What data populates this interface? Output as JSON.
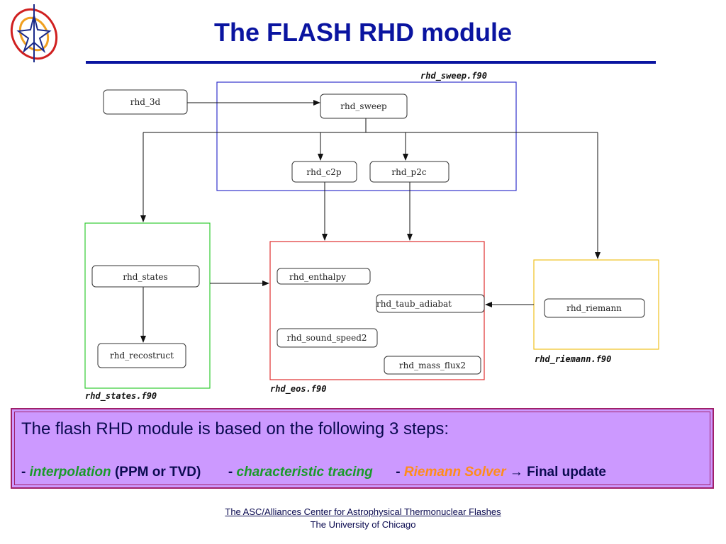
{
  "title": "The FLASH RHD module",
  "diagram": {
    "modules": {
      "sweep_file": "rhd_sweep.f90",
      "states_file": "rhd_states.f90",
      "eos_file": "rhd_eos.f90",
      "riemann_file": "rhd_riemann.f90"
    },
    "nodes": {
      "rhd_3d": "rhd_3d",
      "rhd_sweep": "rhd_sweep",
      "rhd_c2p": "rhd_c2p",
      "rhd_p2c": "rhd_p2c",
      "rhd_states": "rhd_states",
      "rhd_recostruct": "rhd_recostruct",
      "rhd_enthalpy": "rhd_enthalpy",
      "rhd_taub_adiabat": "rhd_taub_adiabat",
      "rhd_sound_speed2": "rhd_sound_speed2",
      "rhd_mass_flux2": "rhd_mass_flux2",
      "rhd_riemann": "rhd_riemann"
    },
    "colors": {
      "sweep_box": "#3333cc",
      "states_box": "#33cc33",
      "eos_box": "#e03030",
      "riemann_box": "#f0c020"
    }
  },
  "summary": {
    "heading": "The flash RHD module is based on the following 3 steps:",
    "step1_dash": "-",
    "step1": "interpolation",
    "step1_note": "(PPM or TVD)",
    "step2_dash": "-",
    "step2": "characteristic tracing",
    "step3_dash": "-",
    "step3": "Riemann Solver",
    "arrow": "→",
    "final": "Final update"
  },
  "footer": {
    "line1": "The ASC/Alliances Center for Astrophysical Thermonuclear Flashes",
    "line2": "The University of Chicago"
  }
}
